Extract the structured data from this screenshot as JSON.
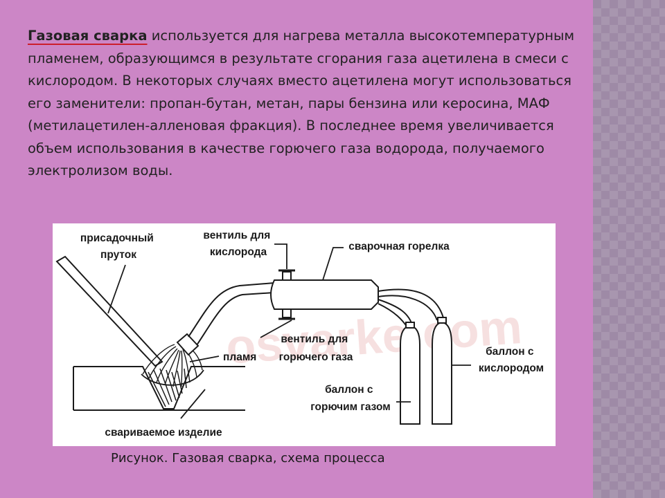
{
  "slide": {
    "lead_term": "Газовая сварка",
    "body": " используется для нагрева металла высокотемпературным пламенем, образующимся в результате сгорания газа ацетилена в смеси с кислородом. В некоторых случаях вместо ацетилена могут использоваться его заменители: пропан-бутан, метан, пары бензина или керосина, МАФ (метилацетилен-алленовая фракция). В последнее время увеличивается объем использования в качестве горючего газа водорода, получаемого электролизом воды.",
    "caption": "Рисунок. Газовая сварка, схема процесса"
  },
  "diagram": {
    "labels": {
      "filler_rod": [
        "присадочный",
        "пруток"
      ],
      "oxygen_valve": [
        "вентиль для",
        "кислорода"
      ],
      "torch": "сварочная горелка",
      "fuel_valve": [
        "вентиль для",
        "горючего газа"
      ],
      "flame": "пламя",
      "oxygen_cylinder": [
        "баллон с",
        "кислородом"
      ],
      "fuel_cylinder": [
        "баллон с",
        "горючим газом"
      ],
      "workpiece": "свариваемое изделие"
    },
    "watermark": "osvarke.com"
  },
  "colors": {
    "background": "#cc86c6",
    "side_strip": "#9e8aa6",
    "underline": "#cc1e2b"
  }
}
